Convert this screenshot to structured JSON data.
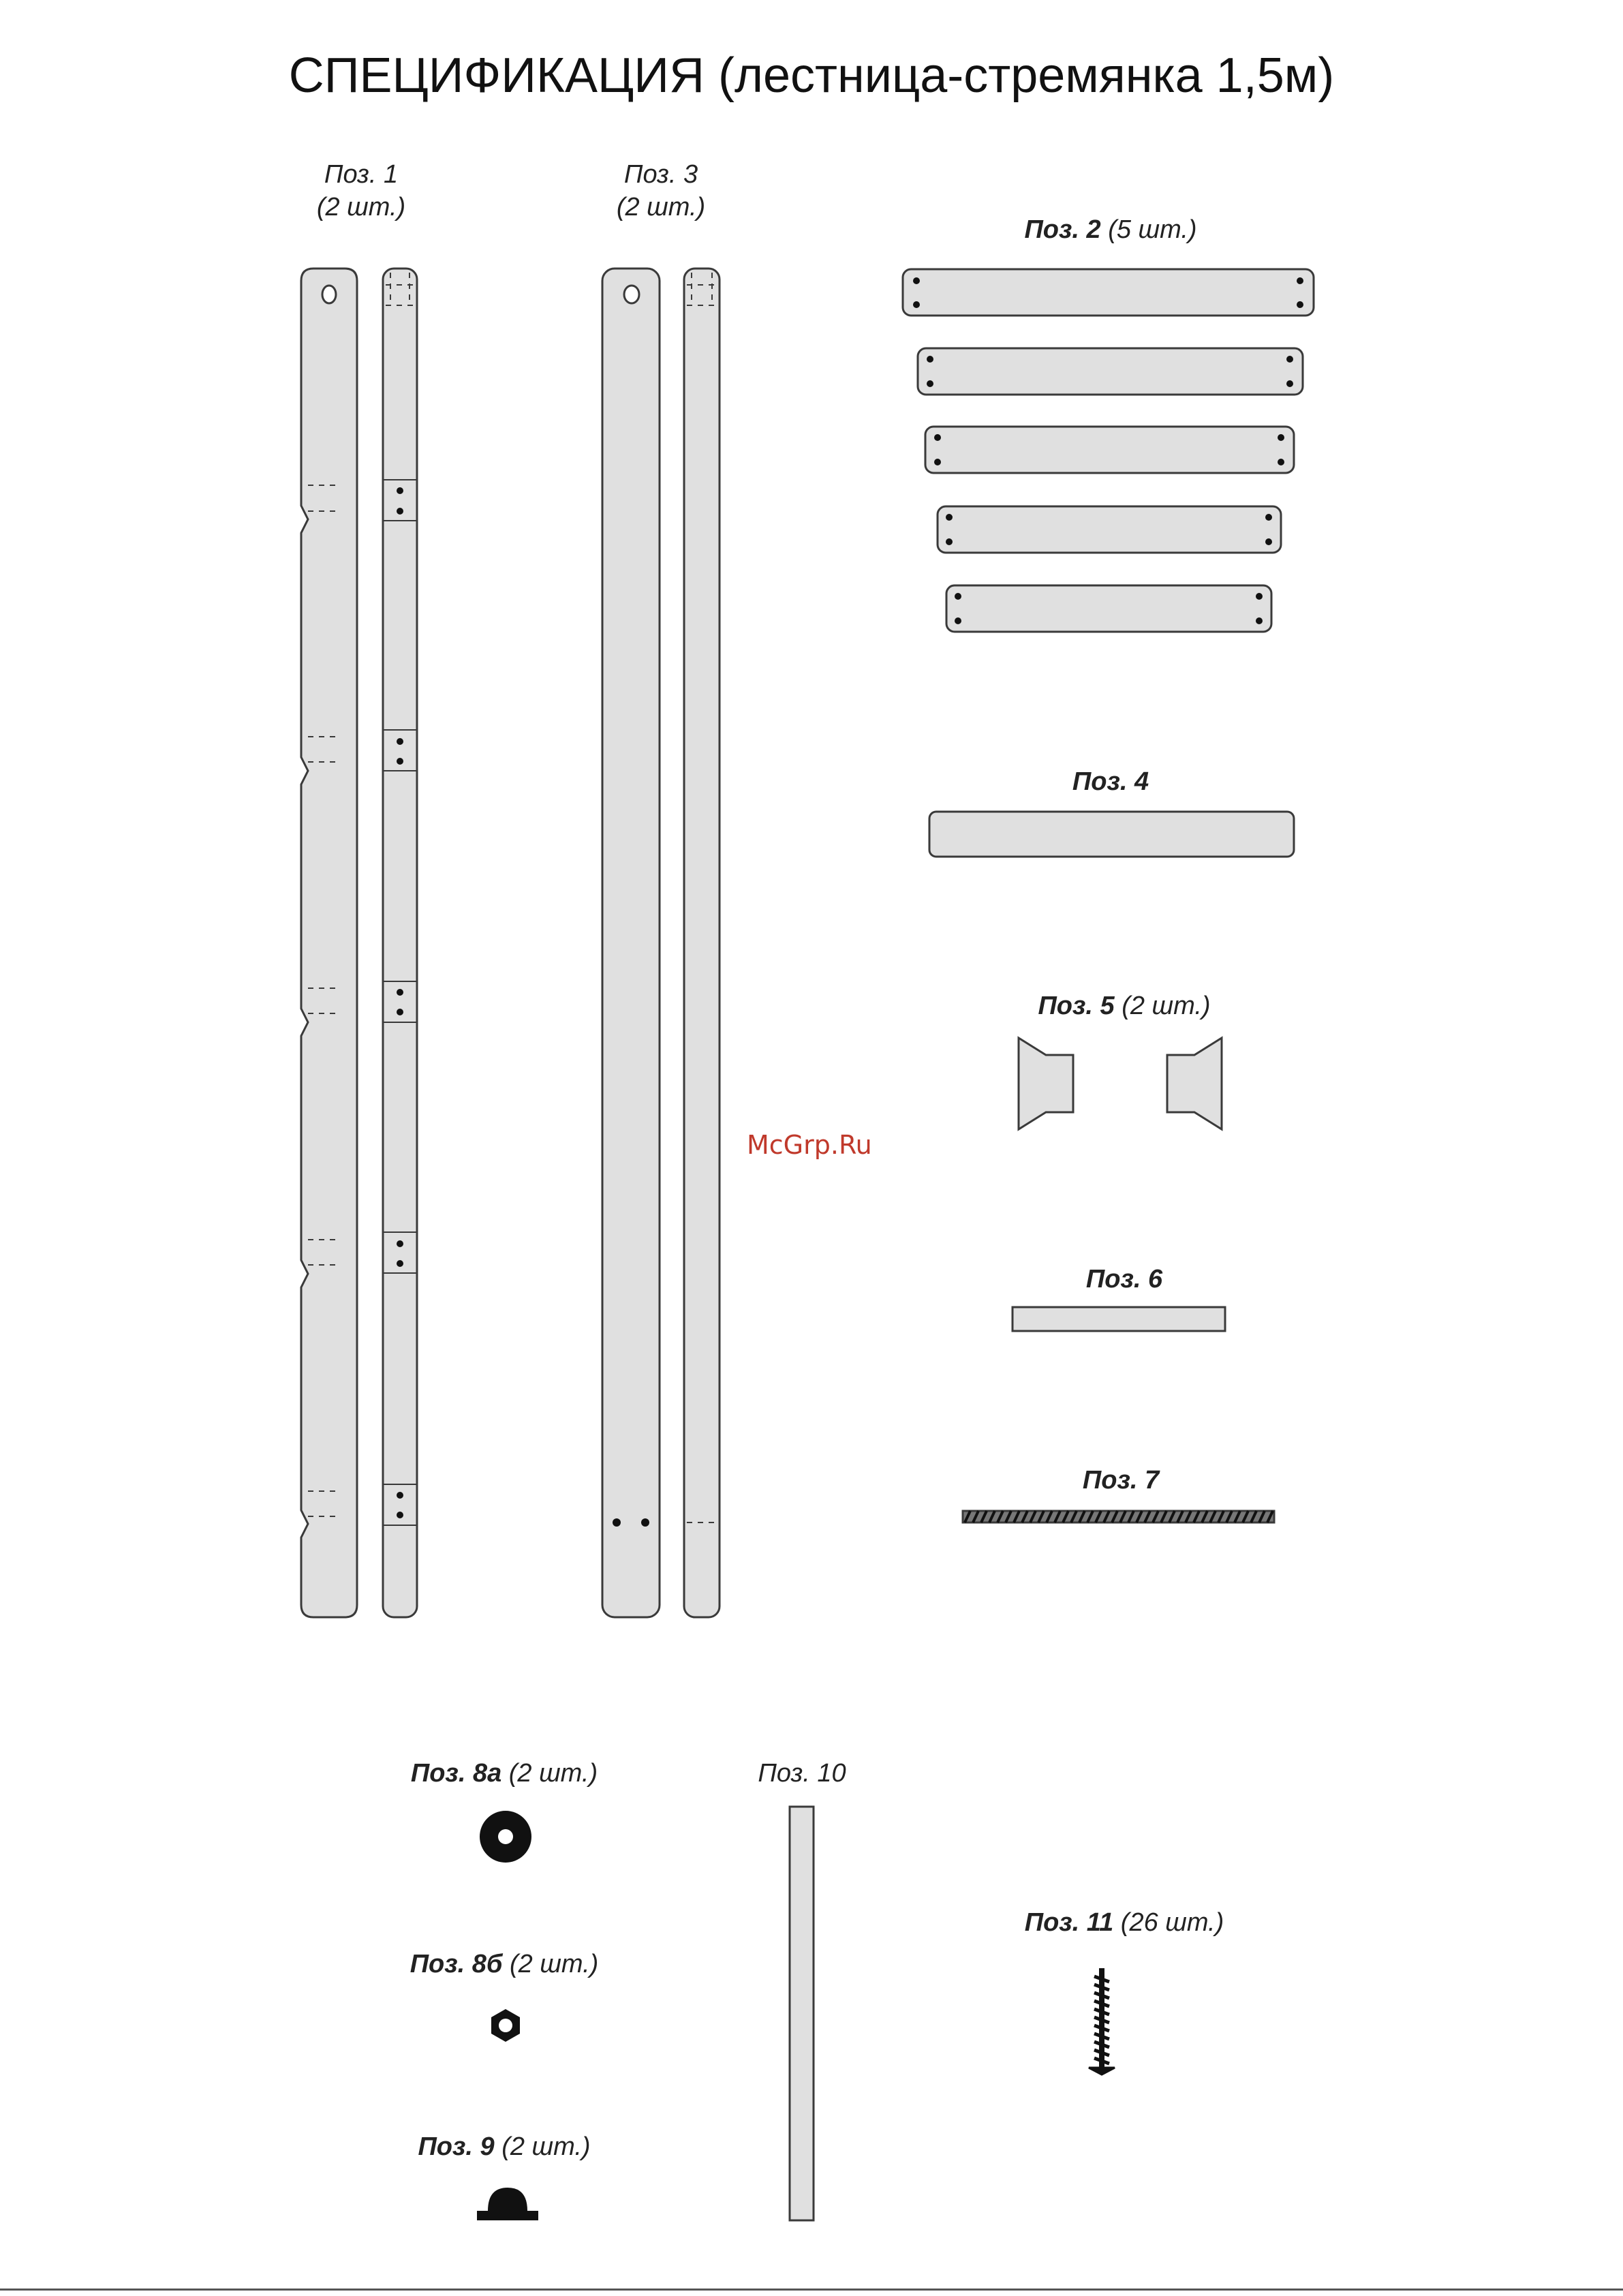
{
  "title": "СПЕЦИФИКАЦИЯ (лестница-стремянка 1,5м)",
  "watermark": "McGrp.Ru",
  "parts": {
    "p1": {
      "pos": "Поз. 1",
      "qty": "(2 шт.)"
    },
    "p3": {
      "pos": "Поз. 3",
      "qty": "(2 шт.)"
    },
    "p2": {
      "pos": "Поз. 2",
      "qty": "(5 шт.)"
    },
    "p4": {
      "pos": "Поз. 4",
      "qty": ""
    },
    "p5": {
      "pos": "Поз. 5",
      "qty": "(2 шт.)"
    },
    "p6": {
      "pos": "Поз. 6",
      "qty": ""
    },
    "p7": {
      "pos": "Поз. 7",
      "qty": ""
    },
    "p8a": {
      "pos": "Поз. 8а",
      "qty": "(2 шт.)"
    },
    "p8b": {
      "pos": "Поз. 8б",
      "qty": "(2 шт.)"
    },
    "p9": {
      "pos": "Поз. 9",
      "qty": "(2 шт.)"
    },
    "p10": {
      "pos": "Поз. 10",
      "qty": ""
    },
    "p11": {
      "pos": "Поз. 11",
      "qty": "(26 шт.)"
    }
  },
  "colors": {
    "fill": "#e0e0e0",
    "stroke": "#3a3a3a",
    "dark": "#111111",
    "watermark": "#c0392b"
  }
}
